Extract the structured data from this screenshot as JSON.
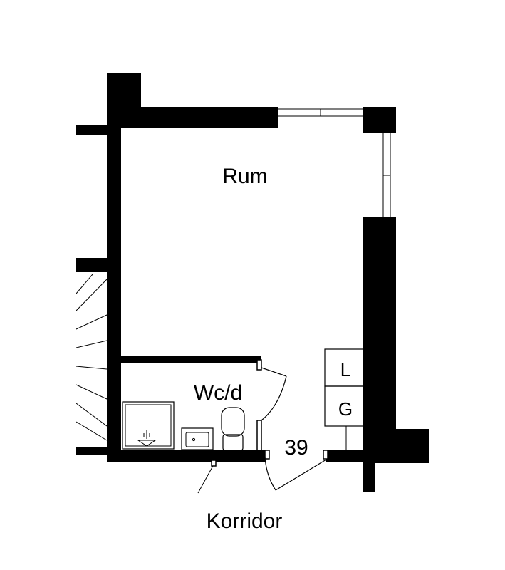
{
  "plan": {
    "rooms": {
      "rum": "Rum",
      "wc": "Wc/d",
      "korridor": "Korridor"
    },
    "unit_number": "39",
    "appliances": {
      "l": "L",
      "g": "G"
    },
    "colors": {
      "wall": "#000000",
      "background": "#ffffff"
    }
  }
}
